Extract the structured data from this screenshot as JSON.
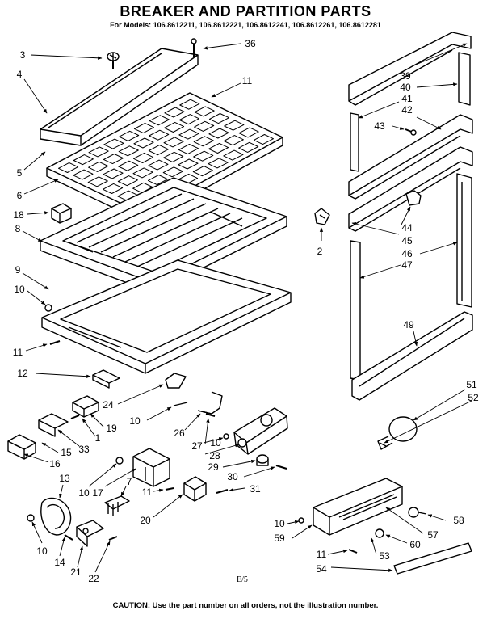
{
  "header": {
    "title": "BREAKER AND PARTITION PARTS",
    "models": "For Models: 106.8612211, 106.8612221, 106.8612241, 106.8612261, 106.8612281"
  },
  "footer": {
    "caution": "CAUTION: Use the part number on all orders, not the illustration number.",
    "code": "E/5"
  },
  "callouts": {
    "c3": "3",
    "c36": "36",
    "c4": "4",
    "c11a": "11",
    "c5": "5",
    "c6": "6",
    "c18": "18",
    "c8": "8",
    "c2": "2",
    "c9": "9",
    "c10a": "10",
    "c11b": "11",
    "c12": "12",
    "c24": "24",
    "c10b": "10",
    "c26": "26",
    "c19": "19",
    "c1": "1",
    "c33": "33",
    "c15": "15",
    "c16": "16",
    "c27": "27",
    "c10c": "10",
    "c28": "28",
    "c29": "29",
    "c30": "30",
    "c13": "13",
    "c10d": "10",
    "c17": "17",
    "c7": "7",
    "c11c": "11",
    "c31": "31",
    "c20": "20",
    "c10e": "10",
    "c14": "14",
    "c21": "21",
    "c22": "22",
    "c39": "39",
    "c40": "40",
    "c41": "41",
    "c42": "42",
    "c43": "43",
    "c44": "44",
    "c45": "45",
    "c46": "46",
    "c47": "47",
    "c49": "49",
    "c51": "51",
    "c52": "52",
    "c58": "58",
    "c57": "57",
    "c60": "60",
    "c10f": "10",
    "c59": "59",
    "c53": "53",
    "c11d": "11",
    "c54": "54"
  }
}
